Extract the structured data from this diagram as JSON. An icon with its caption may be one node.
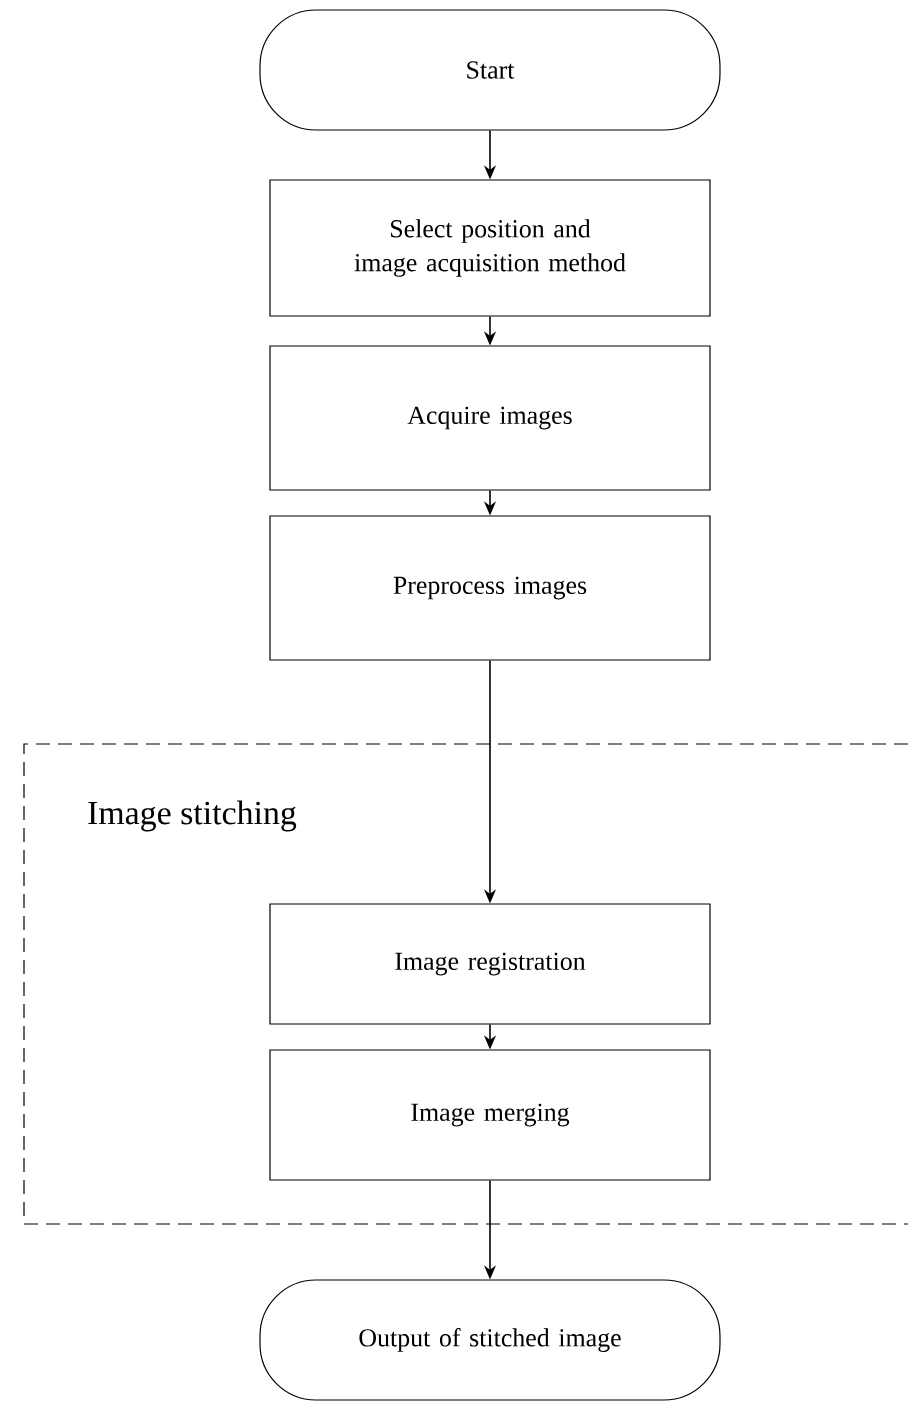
{
  "diagram": {
    "nodes": [
      {
        "text": [
          "Start"
        ]
      },
      {
        "text": [
          "Select position and image acquisition method"
        ]
      },
      {
        "text": [
          "Acquire images"
        ]
      },
      {
        "text": [
          "Preprocess images"
        ]
      },
      {
        "text": [
          "Image stitching"
        ]
      },
      {
        "text": [
          "Image registration"
        ],
        "in": 4
      },
      {
        "text": [
          "Image merging"
        ],
        "in": 4
      },
      {
        "text": [
          "Output of stitched image"
        ]
      }
    ],
    "edges": [
      {
        "from": 0,
        "to": 1,
        "arrow": "to"
      },
      {
        "from": 1,
        "to": 2,
        "arrow": "to"
      },
      {
        "from": 2,
        "to": 3,
        "arrow": "to"
      },
      {
        "from": 3,
        "to": 5,
        "arrow": "to"
      },
      {
        "from": 5,
        "to": 6,
        "arrow": "to"
      },
      {
        "from": 6,
        "to": 7,
        "arrow": "to"
      }
    ]
  }
}
